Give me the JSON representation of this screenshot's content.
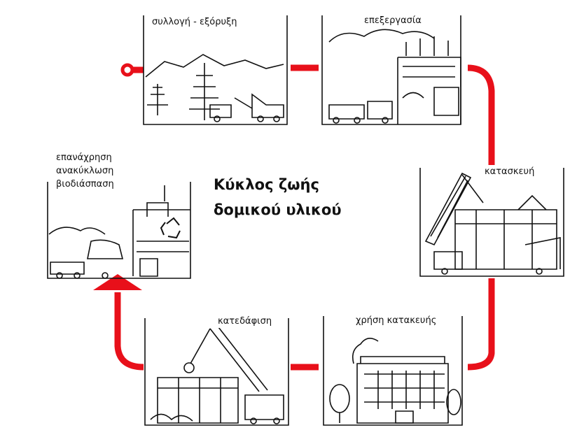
{
  "title": {
    "line1": "Κύκλος ζωής",
    "line2": "δομικού υλικού"
  },
  "stages": [
    {
      "id": "extraction",
      "label": "συλλογή - εξόρυξη"
    },
    {
      "id": "processing",
      "label": "επεξεργασία"
    },
    {
      "id": "construction",
      "label": "κατασκευή"
    },
    {
      "id": "use",
      "label": "χρήση κατακευής"
    },
    {
      "id": "demolition",
      "label": "κατεδάφιση"
    },
    {
      "id": "recycling",
      "label_lines": [
        "επανάχρηση",
        "ανακύκλωση",
        "βιοδιάσπαση"
      ]
    }
  ],
  "colors": {
    "cycle": "#e8101a",
    "ink": "#111111"
  }
}
